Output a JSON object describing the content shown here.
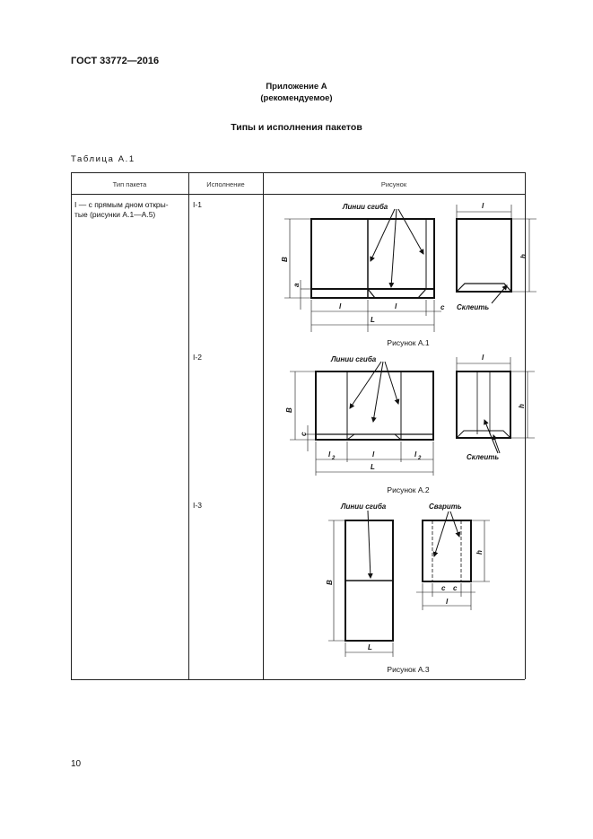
{
  "header": {
    "standard": "ГОСТ 33772—2016"
  },
  "appendix": {
    "title": "Приложение А",
    "subtitle": "(рекомендуемое)"
  },
  "section_title": "Типы и исполнения пакетов",
  "table": {
    "caption": "Таблица А.1",
    "columns": [
      "Тип пакета",
      "Исполнение",
      "Рисунок"
    ],
    "type_text_line1": "I — с прямым дном откры-",
    "type_text_line2": "тые (рисунки  А.1—А.5)",
    "rows": [
      {
        "variant": "I-1",
        "figure_caption": "Рисунок А.1"
      },
      {
        "variant": "I-2",
        "figure_caption": "Рисунок А.2"
      },
      {
        "variant": "I-3",
        "figure_caption": "Рисунок А.3"
      }
    ]
  },
  "figure_labels": {
    "fold_lines": "Линии сгиба",
    "glue": "Склеить",
    "weld": "Сварить",
    "B": "B",
    "a": "a",
    "l": "l",
    "L": "L",
    "c": "c",
    "h": "h",
    "l2": "l",
    "l2_sub": "2"
  },
  "footer": {
    "page_number": "10"
  }
}
